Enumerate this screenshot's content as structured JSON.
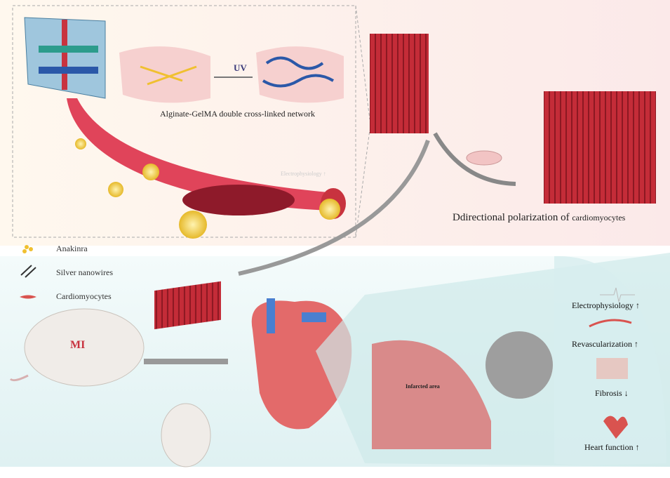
{
  "top_panel": {
    "uv_label": "UV",
    "network_caption": "Alginate-GelMA double cross-linked network",
    "faint_label": "Electrophysiology ↑"
  },
  "polarization_caption_main": "Ddirectional polarization of ",
  "polarization_caption_sub": "cardiomyocytes",
  "legend": [
    {
      "label": "Anakinra",
      "icon": "anakinra-particles-icon"
    },
    {
      "label": "Silver nanowires",
      "icon": "nanowire-icon"
    },
    {
      "label": "Cardiomyocytes",
      "icon": "cardiomyocyte-icon"
    }
  ],
  "bottom_panel": {
    "mi_label": "MI",
    "infarct_label": "Infarcted area"
  },
  "outcomes": [
    {
      "label": "Electrophysiology",
      "arrow": "↑"
    },
    {
      "label": "Revascularization",
      "arrow": "↑"
    },
    {
      "label": "Fibrosis",
      "arrow": "↓"
    },
    {
      "label": "Heart function",
      "arrow": "↑"
    }
  ],
  "colors": {
    "muscle": "#c8333f",
    "particle": "#f3c83a",
    "accent_blue": "#2b58a8",
    "bg_bottom": "#e6f4f5"
  }
}
